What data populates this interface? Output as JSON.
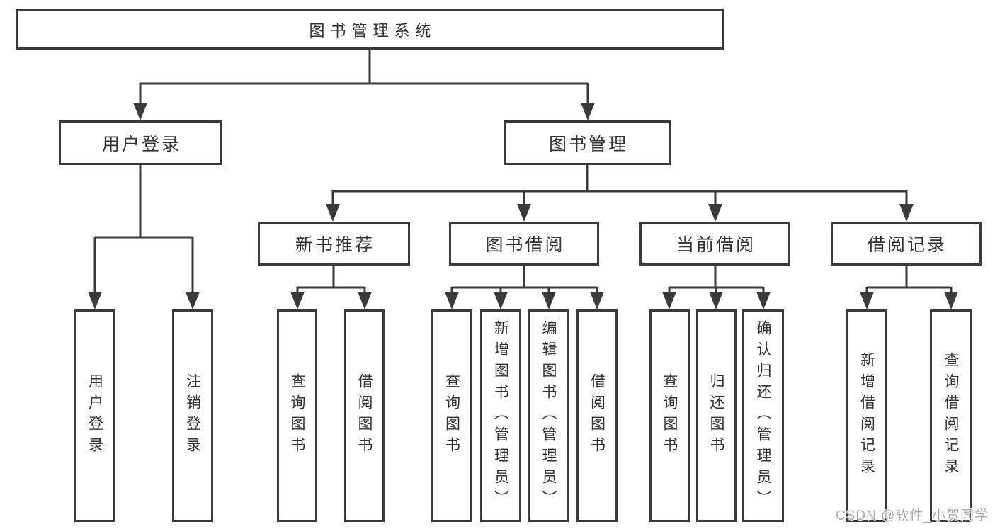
{
  "tree": {
    "label": "图书管理系统",
    "children": [
      {
        "label": "用户登录",
        "children": [
          {
            "label": "用户登录"
          },
          {
            "label": "注销登录"
          }
        ]
      },
      {
        "label": "图书管理",
        "children": [
          {
            "label": "新书推荐",
            "children": [
              {
                "label": "查询图书"
              },
              {
                "label": "借阅图书"
              }
            ]
          },
          {
            "label": "图书借阅",
            "children": [
              {
                "label": "查询图书"
              },
              {
                "label": "新增图书（管理员）"
              },
              {
                "label": "编辑图书（管理员）"
              },
              {
                "label": "借阅图书"
              }
            ]
          },
          {
            "label": "当前借阅",
            "children": [
              {
                "label": "查询图书"
              },
              {
                "label": "归还图书"
              },
              {
                "label": "确认归还（管理员）"
              }
            ]
          },
          {
            "label": "借阅记录",
            "children": [
              {
                "label": "新增借阅记录"
              },
              {
                "label": "查询借阅记录"
              }
            ]
          }
        ]
      }
    ]
  },
  "watermark": {
    "text": "CSDN @软件_小贺同学"
  },
  "colors": {
    "line": "#3a3a3a",
    "box_border": "#3a3a3a",
    "text": "#333333",
    "watermark_text": "#aaaaaa",
    "background": "#ffffff"
  }
}
